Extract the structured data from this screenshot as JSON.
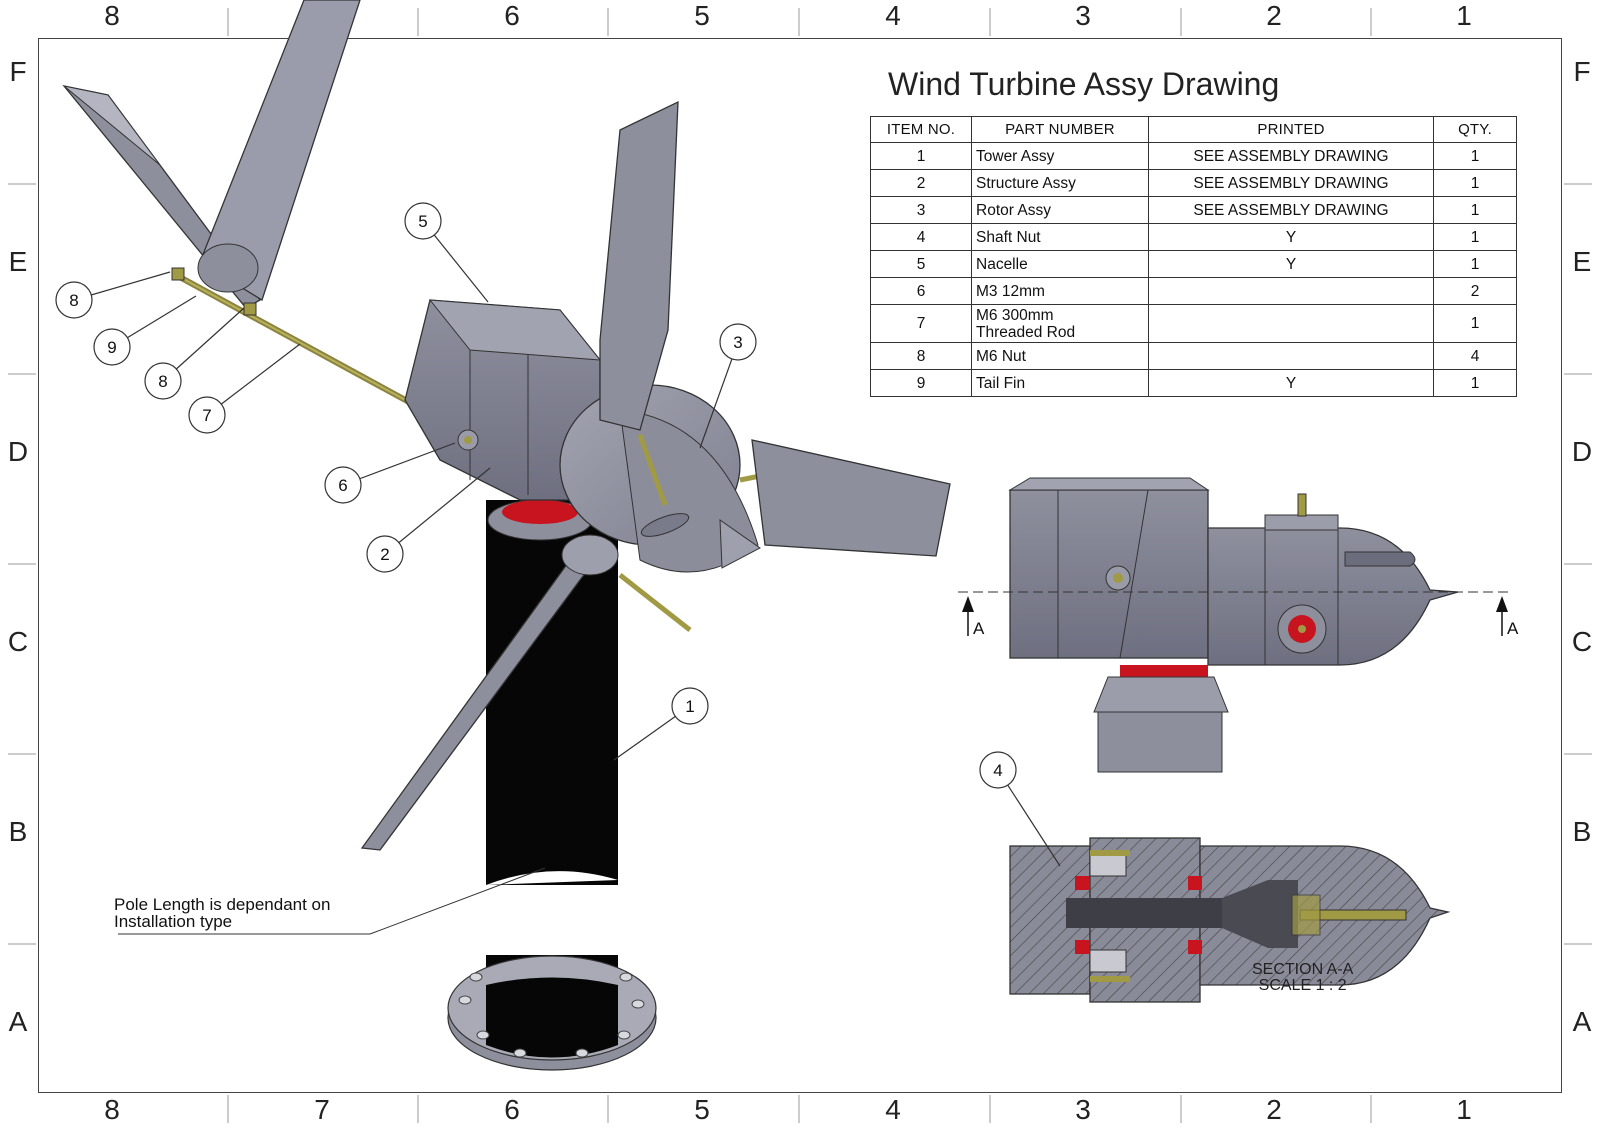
{
  "title": "Wind Turbine Assy Drawing",
  "zones": {
    "columns": [
      "8",
      "7",
      "6",
      "5",
      "4",
      "3",
      "2",
      "1"
    ],
    "rows": [
      "F",
      "E",
      "D",
      "C",
      "B",
      "A"
    ]
  },
  "bom": {
    "headers": [
      "ITEM NO.",
      "PART NUMBER",
      "PRINTED",
      "QTY."
    ],
    "rows": [
      {
        "item": "1",
        "part": "Tower Assy",
        "printed": "SEE ASSEMBLY DRAWING",
        "qty": "1"
      },
      {
        "item": "2",
        "part": "Structure Assy",
        "printed": "SEE ASSEMBLY DRAWING",
        "qty": "1"
      },
      {
        "item": "3",
        "part": "Rotor Assy",
        "printed": "SEE ASSEMBLY DRAWING",
        "qty": "1"
      },
      {
        "item": "4",
        "part": "Shaft Nut",
        "printed": "Y",
        "qty": "1"
      },
      {
        "item": "5",
        "part": "Nacelle",
        "printed": "Y",
        "qty": "1"
      },
      {
        "item": "6",
        "part": "M3 12mm",
        "printed": "",
        "qty": "2"
      },
      {
        "item": "7",
        "part": "M6 300mm\nThreaded Rod",
        "printed": "",
        "qty": "1"
      },
      {
        "item": "8",
        "part": "M6 Nut",
        "printed": "",
        "qty": "4"
      },
      {
        "item": "9",
        "part": "Tail Fin",
        "printed": "Y",
        "qty": "1"
      }
    ]
  },
  "balloons": [
    "8",
    "9",
    "8",
    "7",
    "6",
    "5",
    "2",
    "3",
    "1",
    "4"
  ],
  "note": {
    "line1": "Pole Length is dependant on",
    "line2": "Installation type"
  },
  "section_marker": "A",
  "section_label": {
    "line1": "SECTION A-A",
    "line2": "SCALE 1 : 2"
  },
  "colors": {
    "part": "#8e8f9c",
    "part_dark": "#6f7080",
    "pole": "#060606",
    "brass": "#a19a44",
    "seal": "#c8141e",
    "line": "#2a2a2a"
  }
}
